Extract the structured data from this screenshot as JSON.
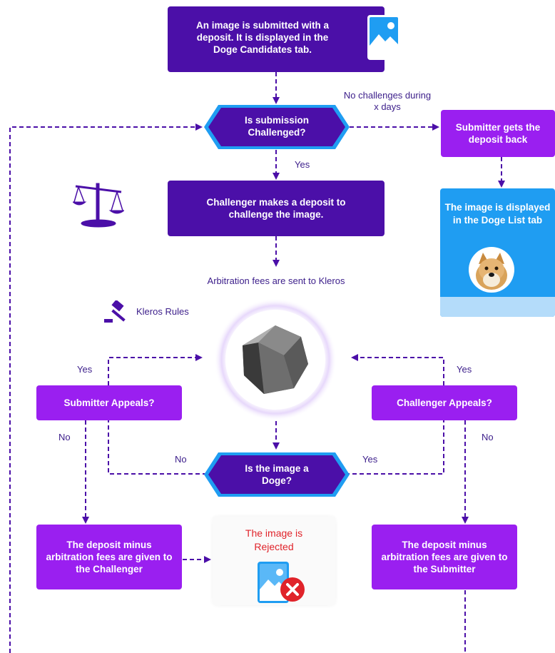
{
  "nodes": {
    "submit": "An image is submitted with a deposit. It is displayed in the Doge Candidates tab.",
    "challenged": "Is submission Challenged?",
    "deposit_back": "Submitter gets the deposit back",
    "doge_list": "The image is displayed in the Doge List tab",
    "challenger_deposit": "Challenger makes a deposit to challenge the image.",
    "submitter_appeals": "Submitter Appeals?",
    "challenger_appeals": "Challenger Appeals?",
    "is_doge": "Is the image a Doge?",
    "to_challenger": "The deposit minus arbitration fees are given to the Challenger",
    "to_submitter": "The deposit minus arbitration fees are given to the Submitter",
    "rejected": "The image is Rejected"
  },
  "labels": {
    "no_challenges": "No challenges during x days",
    "yes": "Yes",
    "no": "No",
    "arbitration_fees": "Arbitration fees are sent to Kleros",
    "kleros_rules": "Kleros Rules"
  },
  "colors": {
    "dark_purple": "#4b0fa8",
    "light_purple": "#9a1ff0",
    "diamond_border": "#1f9df2",
    "card_blue": "#1f9df2",
    "rejected_red": "#e0232a"
  },
  "icons": [
    "image-icon",
    "scales-icon",
    "gavel-icon",
    "kleros-logo",
    "doge-photo",
    "image-rejected-icon"
  ]
}
